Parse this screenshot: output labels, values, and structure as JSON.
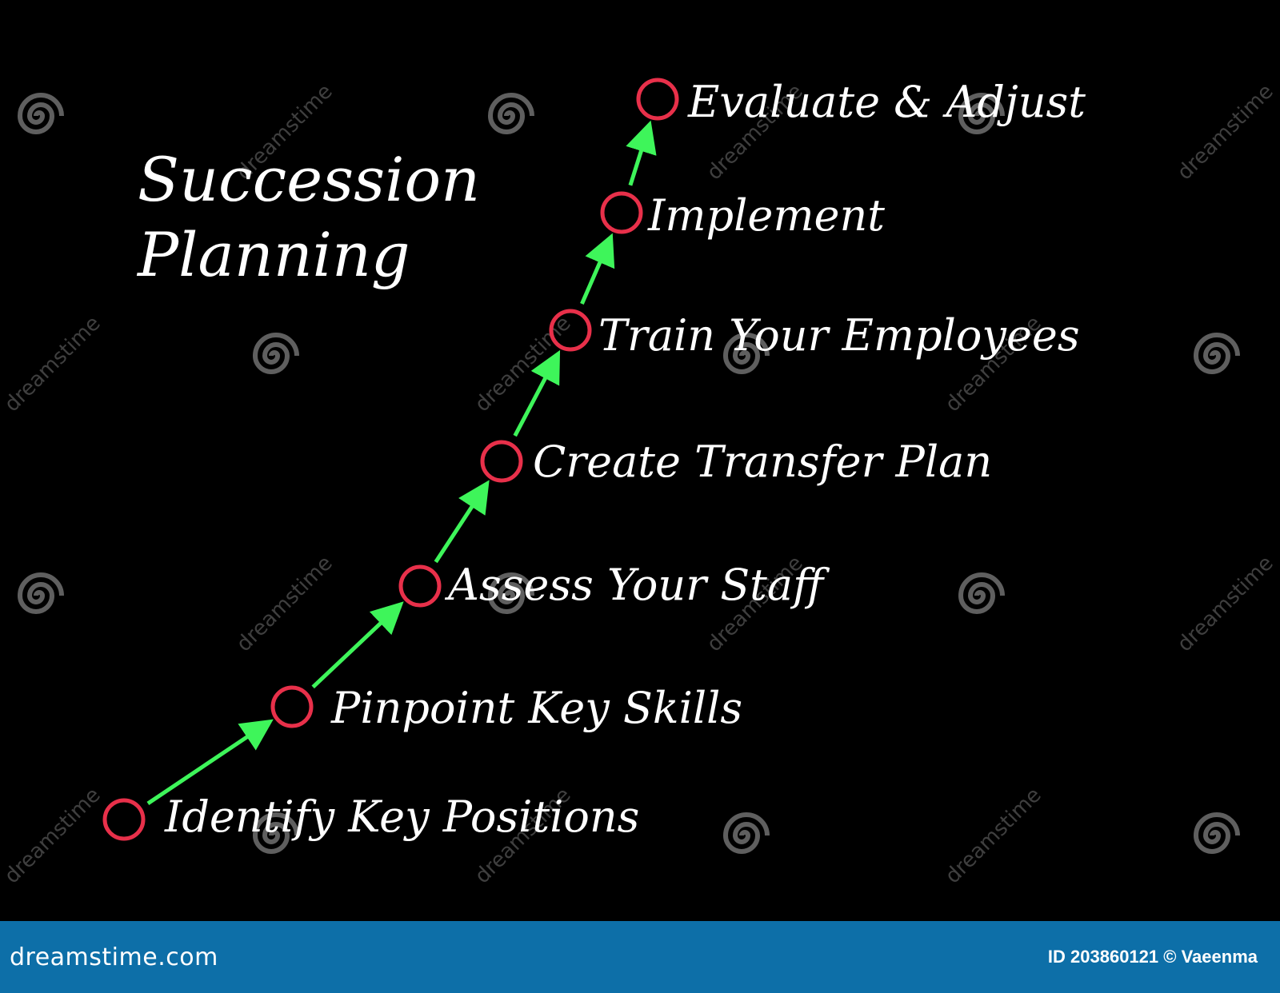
{
  "title_lines": [
    "Succession",
    "Planning"
  ],
  "steps": [
    "Identify Key Positions",
    "Pinpoint Key Skills",
    "Assess Your Staff",
    "Create Transfer Plan",
    "Train Your Employees",
    "Implement",
    "Evaluate & Adjust"
  ],
  "colors": {
    "background": "#000000",
    "text": "#ffffff",
    "node": "#e8304a",
    "arrow": "#3ef55a",
    "footer": "#0d6fa8"
  },
  "watermark": {
    "text": "dreamstime",
    "icon": "spiral-logo-icon"
  },
  "footer": {
    "brand": "dreamstime.com",
    "id_text": "ID 203860121 © Vaeenma"
  }
}
